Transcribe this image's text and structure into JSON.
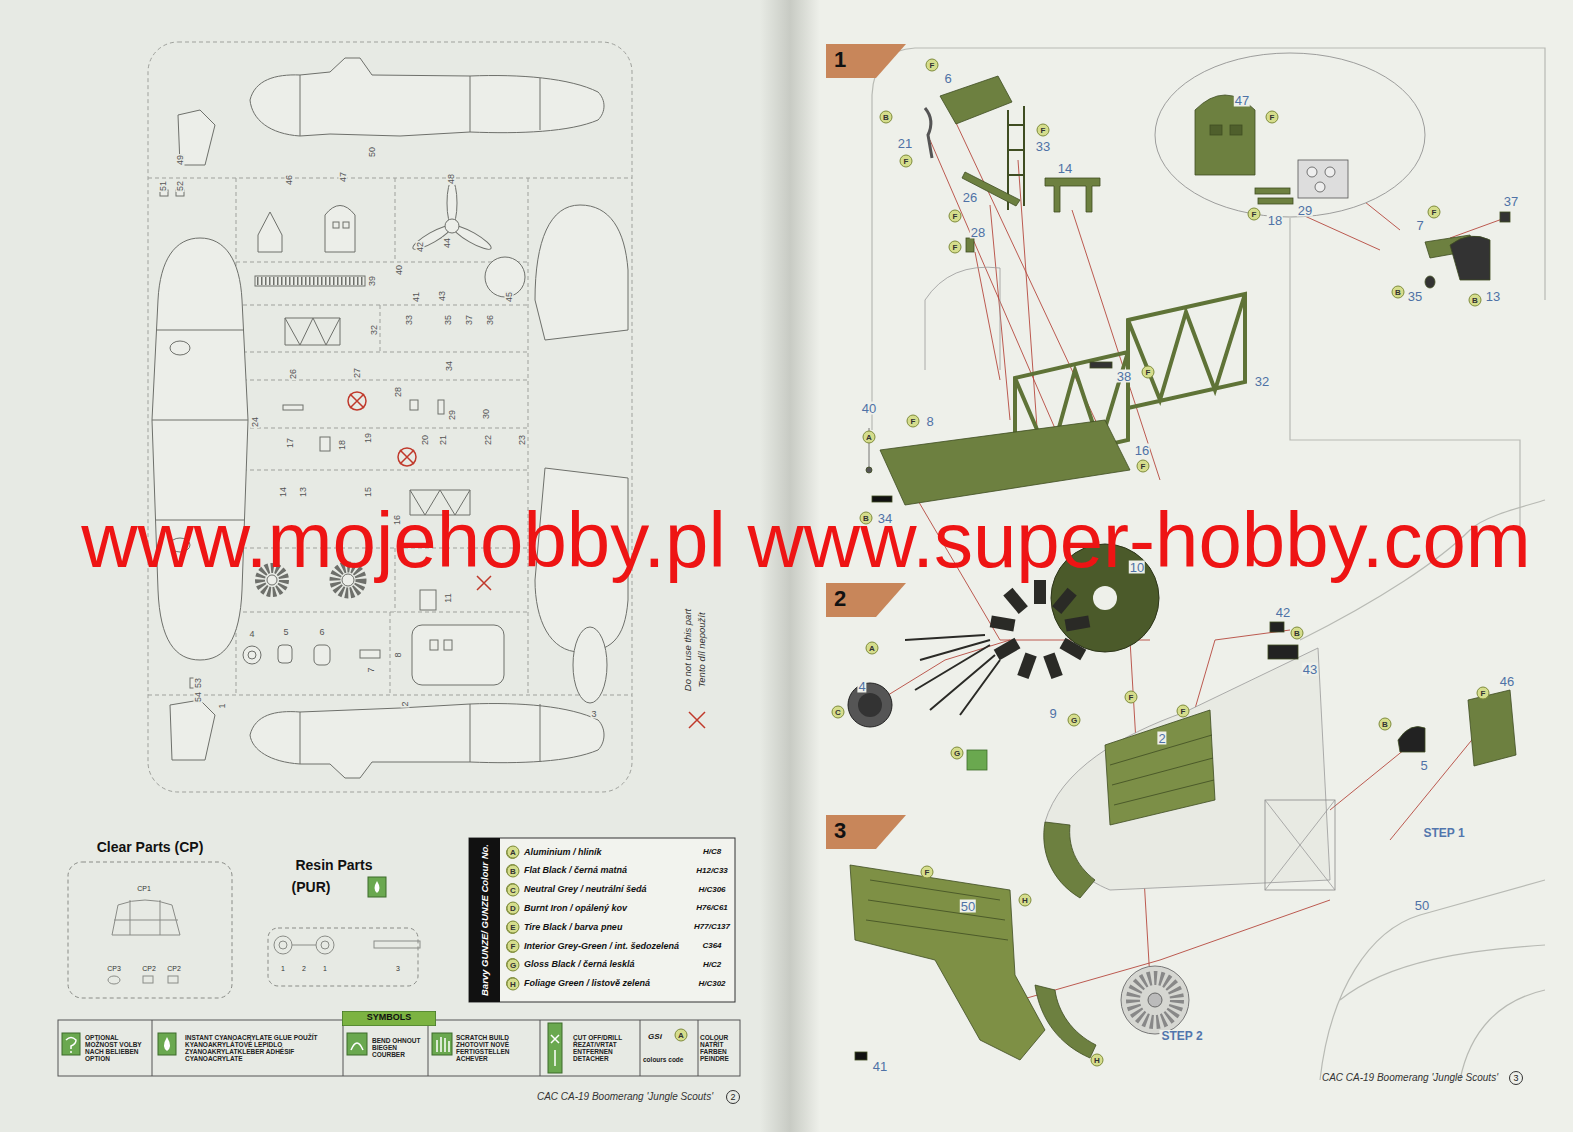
{
  "diagram": {
    "nodes": [
      {
        "text": [
          "1"
        ]
      },
      {
        "text": [
          "2"
        ]
      },
      {
        "text": [
          "3"
        ]
      },
      {
        "text": [
          "Barvy GUNZE/ GUNZE Colour No."
        ]
      },
      {
        "text": [
          "SYMBOLS"
        ]
      }
    ],
    "labels": [
      "49",
      "50",
      "51",
      "52",
      "46",
      "47",
      "48",
      "42",
      "44",
      "40",
      "41",
      "43",
      "45",
      "39",
      "32",
      "33",
      "35",
      "37",
      "36",
      "34",
      "26",
      "27",
      "28",
      "29",
      "30",
      "24",
      "17",
      "18",
      "19",
      "20",
      "21",
      "22",
      "23",
      "14",
      "13",
      "15",
      "16",
      "11",
      "4",
      "5",
      "6",
      "7",
      "8",
      "53",
      "54",
      "2",
      "3",
      "1",
      "Do not use this part",
      "Tento díl nepoužít",
      "Clear Parts (CP)",
      "CP1",
      "CP3",
      "CP2",
      "CP2",
      "Resin Parts",
      "(PUR)",
      "1",
      "2",
      "1",
      "3",
      "A",
      "B",
      "C",
      "D",
      "E",
      "F",
      "G",
      "H",
      "H/C8",
      "H12/C33",
      "H/C306",
      "H76/C61",
      "H77/C137",
      "C364",
      "H/C2",
      "H/C302",
      "OPTIONAL MOŽNOST VOLBY NACH BELIEBEN OPTION",
      "INSTANT CYANOACRYLATE GLUE POUŽÍT KYANOAKRYLÁTOVÉ LEPIDLO ZYANOAKRYLATKLEBER ADHÉSIF CYANOACRYLATE",
      "BEND OHNOUT BIEGEN COURBER",
      "SCRATCH BUILD ZHOTOVIT NOVÉ FERTIGSTELLEN ACHEVER",
      "CUT OFF/DRILL ŘEZAT/VRTAT ENTFERNEN DETACHER",
      "GSi",
      "colours code",
      "A",
      "COLOUR NATŘÍT FARBEN PEINDRE",
      "CAC CA-19 Boomerang 'Jungle Scouts'",
      "2",
      "CAC CA-19 Boomerang 'Jungle Scouts'",
      "3",
      "www.mojehobby.pl www.super-hobby.com",
      "6",
      "21",
      "33",
      "14",
      "26",
      "28",
      "47",
      "18",
      "29",
      "7",
      "37",
      "35",
      "13",
      "38",
      "32",
      "40",
      "8",
      "16",
      "34",
      "10",
      "4",
      "9",
      "42",
      "43",
      "46",
      "5",
      "2",
      "50",
      "41",
      "50",
      "STEP 1",
      "STEP 2",
      "F",
      "B",
      "F",
      "F",
      "F",
      "F",
      "F",
      "F",
      "F",
      "B",
      "B",
      "F",
      "A",
      "F",
      "F",
      "B",
      "A",
      "C",
      "G",
      "G",
      "F",
      "B",
      "F",
      "B",
      "F",
      "H",
      "F",
      "H"
    ],
    "legend": [
      {
        "text": "Aluminium / hliník",
        "color": "#d5dd8c"
      },
      {
        "text": "Flat Black / černá matná",
        "color": "#d5dd8c"
      },
      {
        "text": "Neutral Grey / neutrální šedá",
        "color": "#d5dd8c"
      },
      {
        "text": "Burnt Iron / opálený kov",
        "color": "#d5dd8c"
      },
      {
        "text": "Tire Black / barva pneu",
        "color": "#d5dd8c"
      },
      {
        "text": "Interior Grey-Green / int. šedozelená",
        "color": "#d5dd8c"
      },
      {
        "text": "Gloss Black / černá lesklá",
        "color": "#d5dd8c"
      },
      {
        "text": "Foliage Green / listově zelená",
        "color": "#d5dd8c"
      }
    ]
  }
}
